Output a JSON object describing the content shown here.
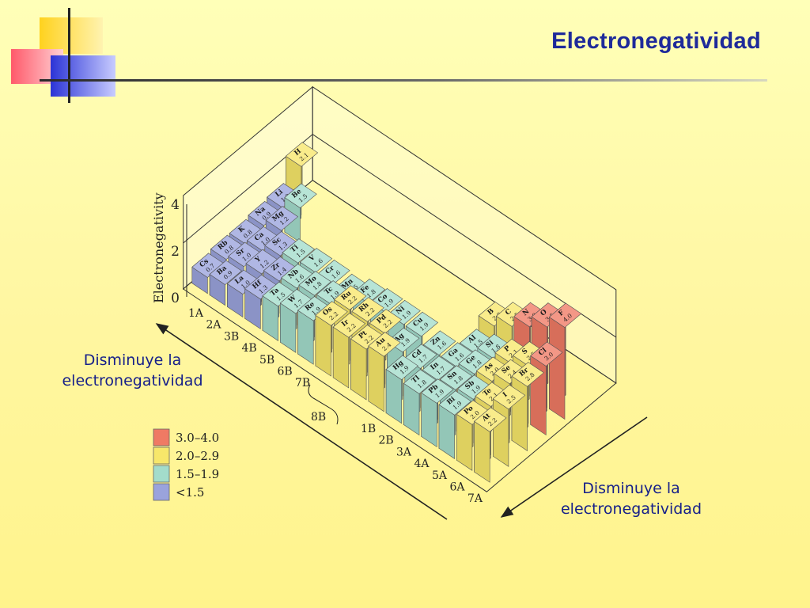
{
  "slide_title": "Electronegatividad",
  "notes": {
    "left": {
      "line1": "Disminuye la",
      "line2": "electronegatividad"
    },
    "right": {
      "line1": "Disminuye la",
      "line2": "electronegatividad"
    }
  },
  "axis": {
    "label": "Electronegativity",
    "ticks": [
      "0",
      "2",
      "4"
    ]
  },
  "group_labels_row": [
    "1A",
    "2A",
    "3B",
    "4B",
    "5B",
    "6B",
    "7B"
  ],
  "group_labels_front": [
    "1B",
    "2B",
    "3A",
    "4A",
    "5A",
    "6A",
    "7A"
  ],
  "brace_label": "8B",
  "legend": [
    {
      "range": "3.0–4.0",
      "color": "#ef7a64"
    },
    {
      "range": "2.0–2.9",
      "color": "#f7e76a"
    },
    {
      "range": "1.5–1.9",
      "color": "#a3dccb"
    },
    {
      "range": "<1.5",
      "color": "#9aa3dc"
    }
  ],
  "colors": {
    "red": "#ef7a64",
    "yellow": "#f7e76a",
    "teal": "#a3dccb",
    "blue": "#9aa3dc",
    "title": "#1e2a9a",
    "note": "#17208a"
  },
  "elements": [
    {
      "symbol": "H",
      "value": "2.1",
      "period": 1,
      "column": 1
    },
    {
      "symbol": "Li",
      "value": "1.0",
      "period": 2,
      "column": 1
    },
    {
      "symbol": "Be",
      "value": "1.5",
      "period": 2,
      "column": 2
    },
    {
      "symbol": "B",
      "value": "2.0",
      "period": 2,
      "column": 13
    },
    {
      "symbol": "C",
      "value": "2.5",
      "period": 2,
      "column": 14
    },
    {
      "symbol": "N",
      "value": "3.0",
      "period": 2,
      "column": 15
    },
    {
      "symbol": "O",
      "value": "3.5",
      "period": 2,
      "column": 16
    },
    {
      "symbol": "F",
      "value": "4.0",
      "period": 2,
      "column": 17
    },
    {
      "symbol": "Na",
      "value": "0.9",
      "period": 3,
      "column": 1
    },
    {
      "symbol": "Mg",
      "value": "1.2",
      "period": 3,
      "column": 2
    },
    {
      "symbol": "Al",
      "value": "1.5",
      "period": 3,
      "column": 13
    },
    {
      "symbol": "Si",
      "value": "1.8",
      "period": 3,
      "column": 14
    },
    {
      "symbol": "P",
      "value": "2.1",
      "period": 3,
      "column": 15
    },
    {
      "symbol": "S",
      "value": "2.5",
      "period": 3,
      "column": 16
    },
    {
      "symbol": "Cl",
      "value": "3.0",
      "period": 3,
      "column": 17
    },
    {
      "symbol": "K",
      "value": "0.8",
      "period": 4,
      "column": 1
    },
    {
      "symbol": "Ca",
      "value": "1.0",
      "period": 4,
      "column": 2
    },
    {
      "symbol": "Sc",
      "value": "1.3",
      "period": 4,
      "column": 3
    },
    {
      "symbol": "Ti",
      "value": "1.5",
      "period": 4,
      "column": 4
    },
    {
      "symbol": "V",
      "value": "1.6",
      "period": 4,
      "column": 5
    },
    {
      "symbol": "Cr",
      "value": "1.6",
      "period": 4,
      "column": 6
    },
    {
      "symbol": "Mn",
      "value": "1.5",
      "period": 4,
      "column": 7
    },
    {
      "symbol": "Fe",
      "value": "1.8",
      "period": 4,
      "column": 8
    },
    {
      "symbol": "Co",
      "value": "1.9",
      "period": 4,
      "column": 9
    },
    {
      "symbol": "Ni",
      "value": "1.9",
      "period": 4,
      "column": 10
    },
    {
      "symbol": "Cu",
      "value": "1.9",
      "period": 4,
      "column": 11
    },
    {
      "symbol": "Zn",
      "value": "1.6",
      "period": 4,
      "column": 12
    },
    {
      "symbol": "Ga",
      "value": "1.6",
      "period": 4,
      "column": 13
    },
    {
      "symbol": "Ge",
      "value": "1.8",
      "period": 4,
      "column": 14
    },
    {
      "symbol": "As",
      "value": "2.0",
      "period": 4,
      "column": 15
    },
    {
      "symbol": "Se",
      "value": "2.4",
      "period": 4,
      "column": 16
    },
    {
      "symbol": "Br",
      "value": "2.8",
      "period": 4,
      "column": 17
    },
    {
      "symbol": "Rb",
      "value": "0.8",
      "period": 5,
      "column": 1
    },
    {
      "symbol": "Sr",
      "value": "1.0",
      "period": 5,
      "column": 2
    },
    {
      "symbol": "Y",
      "value": "1.2",
      "period": 5,
      "column": 3
    },
    {
      "symbol": "Zr",
      "value": "1.4",
      "period": 5,
      "column": 4
    },
    {
      "symbol": "Nb",
      "value": "1.6",
      "period": 5,
      "column": 5
    },
    {
      "symbol": "Mo",
      "value": "1.8",
      "period": 5,
      "column": 6
    },
    {
      "symbol": "Tc",
      "value": "1.9",
      "period": 5,
      "column": 7
    },
    {
      "symbol": "Ru",
      "value": "2.2",
      "period": 5,
      "column": 8
    },
    {
      "symbol": "Rh",
      "value": "2.2",
      "period": 5,
      "column": 9
    },
    {
      "symbol": "Pd",
      "value": "2.2",
      "period": 5,
      "column": 10
    },
    {
      "symbol": "Ag",
      "value": "1.9",
      "period": 5,
      "column": 11
    },
    {
      "symbol": "Cd",
      "value": "1.7",
      "period": 5,
      "column": 12
    },
    {
      "symbol": "In",
      "value": "1.7",
      "period": 5,
      "column": 13
    },
    {
      "symbol": "Sn",
      "value": "1.8",
      "period": 5,
      "column": 14
    },
    {
      "symbol": "Sb",
      "value": "1.9",
      "period": 5,
      "column": 15
    },
    {
      "symbol": "Te",
      "value": "2.1",
      "period": 5,
      "column": 16
    },
    {
      "symbol": "I",
      "value": "2.5",
      "period": 5,
      "column": 17
    },
    {
      "symbol": "Cs",
      "value": "0.7",
      "period": 6,
      "column": 1
    },
    {
      "symbol": "Ba",
      "value": "0.9",
      "period": 6,
      "column": 2
    },
    {
      "symbol": "La",
      "value": "1.0",
      "period": 6,
      "column": 3
    },
    {
      "symbol": "Hf",
      "value": "1.3",
      "period": 6,
      "column": 4
    },
    {
      "symbol": "Ta",
      "value": "1.5",
      "period": 6,
      "column": 5
    },
    {
      "symbol": "W",
      "value": "1.7",
      "period": 6,
      "column": 6
    },
    {
      "symbol": "Re",
      "value": "1.9",
      "period": 6,
      "column": 7
    },
    {
      "symbol": "Os",
      "value": "2.2",
      "period": 6,
      "column": 8
    },
    {
      "symbol": "Ir",
      "value": "2.2",
      "period": 6,
      "column": 9
    },
    {
      "symbol": "Pt",
      "value": "2.2",
      "period": 6,
      "column": 10
    },
    {
      "symbol": "Au",
      "value": "2.4",
      "period": 6,
      "column": 11
    },
    {
      "symbol": "Hg",
      "value": "1.9",
      "period": 6,
      "column": 12
    },
    {
      "symbol": "Tl",
      "value": "1.8",
      "period": 6,
      "column": 13
    },
    {
      "symbol": "Pb",
      "value": "1.9",
      "period": 6,
      "column": 14
    },
    {
      "symbol": "Bi",
      "value": "1.9",
      "period": 6,
      "column": 15
    },
    {
      "symbol": "Po",
      "value": "2.0",
      "period": 6,
      "column": 16
    },
    {
      "symbol": "At",
      "value": "2.2",
      "period": 6,
      "column": 17
    }
  ]
}
